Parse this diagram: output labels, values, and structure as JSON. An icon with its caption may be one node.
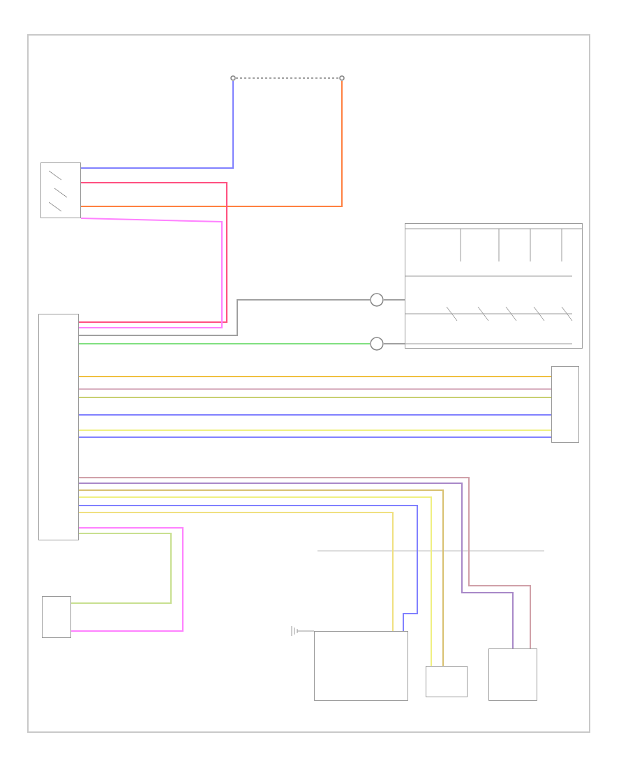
{
  "diagram": {
    "nodes": [
      {
        "text": [],
        "shape": "box"
      },
      {
        "text": [],
        "shape": "box"
      },
      {
        "text": [],
        "shape": "box"
      },
      {
        "text": [],
        "shape": "circle"
      },
      {
        "text": [],
        "shape": "circle"
      },
      {
        "text": [],
        "shape": "box"
      },
      {
        "text": [],
        "shape": "box"
      },
      {
        "text": [],
        "shape": "circle"
      },
      {
        "text": [],
        "shape": "circle"
      },
      {
        "text": [],
        "shape": "box"
      },
      {
        "text": [],
        "shape": "box"
      },
      {
        "text": [],
        "shape": "box"
      }
    ],
    "edges": [
      {
        "from": 7,
        "to": 0,
        "arrow": "none",
        "color": "#8080ff"
      },
      {
        "from": 8,
        "to": 0,
        "arrow": "none",
        "color": "#ff8040"
      },
      {
        "from": 7,
        "to": 8,
        "arrow": "none",
        "style": "dashed",
        "color": "#a0a0a0"
      },
      {
        "from": 0,
        "to": 1,
        "arrow": "none",
        "color": "#ff5080"
      },
      {
        "from": 0,
        "to": 1,
        "arrow": "none",
        "color": "#ff80ff"
      },
      {
        "from": 1,
        "to": 3,
        "arrow": "none",
        "color": "#a0a0a0"
      },
      {
        "from": 1,
        "to": 4,
        "arrow": "none",
        "color": "#80e080"
      },
      {
        "from": 3,
        "to": 5,
        "arrow": "none",
        "color": "#a0a0a0"
      },
      {
        "from": 4,
        "to": 5,
        "arrow": "none",
        "color": "#a0a0a0"
      },
      {
        "from": 1,
        "to": 6,
        "arrow": "none",
        "color": "#f0c040"
      },
      {
        "from": 1,
        "to": 6,
        "arrow": "none",
        "color": "#d8b0c0"
      },
      {
        "from": 1,
        "to": 6,
        "arrow": "none",
        "color": "#c8d070"
      },
      {
        "from": 1,
        "to": 6,
        "arrow": "none",
        "color": "#8080ff"
      },
      {
        "from": 1,
        "to": 6,
        "arrow": "none",
        "color": "#f0f080"
      },
      {
        "from": 1,
        "to": 6,
        "arrow": "none",
        "color": "#8080ff"
      },
      {
        "from": 1,
        "to": 11,
        "arrow": "none",
        "color": "#d0a0a8"
      },
      {
        "from": 1,
        "to": 11,
        "arrow": "none",
        "color": "#a888c8"
      },
      {
        "from": 1,
        "to": 10,
        "arrow": "none",
        "color": "#d8c070"
      },
      {
        "from": 1,
        "to": 10,
        "arrow": "none",
        "color": "#f0f080"
      },
      {
        "from": 1,
        "to": 9,
        "arrow": "none",
        "color": "#8080ff"
      },
      {
        "from": 1,
        "to": 9,
        "arrow": "none",
        "color": "#f0e080"
      },
      {
        "from": 1,
        "to": 2,
        "arrow": "none",
        "color": "#c8e090"
      },
      {
        "from": 1,
        "to": 2,
        "arrow": "none",
        "color": "#ff80ff"
      }
    ]
  }
}
